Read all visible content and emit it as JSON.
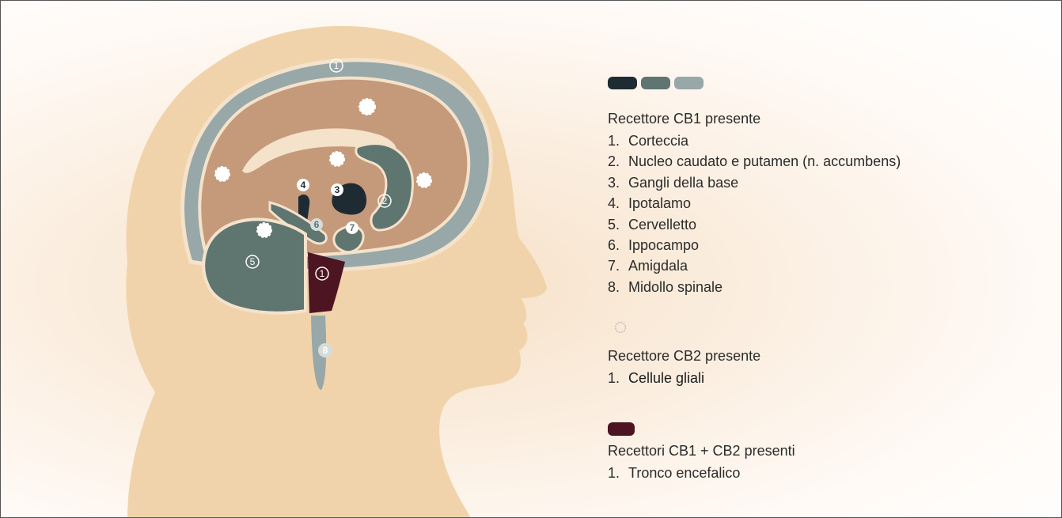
{
  "diagram": {
    "region_labels": [
      "1",
      "2",
      "3",
      "4",
      "5",
      "6",
      "7",
      "8",
      "1"
    ]
  },
  "legend": {
    "cb1": {
      "swatch_colors": [
        "#1f2b33",
        "#5f7570",
        "#98a7a7"
      ],
      "heading": "Recettore CB1 presente",
      "items": [
        {
          "num": "1.",
          "label": "Corteccia"
        },
        {
          "num": "2.",
          "label": "Nucleo caudato e putamen (n. accumbens)"
        },
        {
          "num": "3.",
          "label": "Gangli della base"
        },
        {
          "num": "4.",
          "label": "Ipotalamo"
        },
        {
          "num": "5.",
          "label": "Cervelletto"
        },
        {
          "num": "6.",
          "label": "Ippocampo"
        },
        {
          "num": "7.",
          "label": "Amigdala"
        },
        {
          "num": "8.",
          "label": "Midollo spinale"
        }
      ]
    },
    "cb2": {
      "icon": "dotted-circle-icon",
      "heading": "Recettore CB2 presente",
      "items": [
        {
          "num": "1.",
          "label": "Cellule gliali"
        }
      ]
    },
    "both": {
      "swatch_color": "#4d1522",
      "heading": "Recettori CB1 + CB2 presenti",
      "items": [
        {
          "num": "1.",
          "label": "Tronco encefalico"
        }
      ]
    }
  },
  "colors": {
    "skin": "#f1d3ab",
    "cortex": "#c49a7a",
    "outline": "#f4e2cb",
    "dark": "#1f2b33",
    "mid": "#5f7570",
    "light": "#98a7a7",
    "brainstem": "#4d1522"
  }
}
